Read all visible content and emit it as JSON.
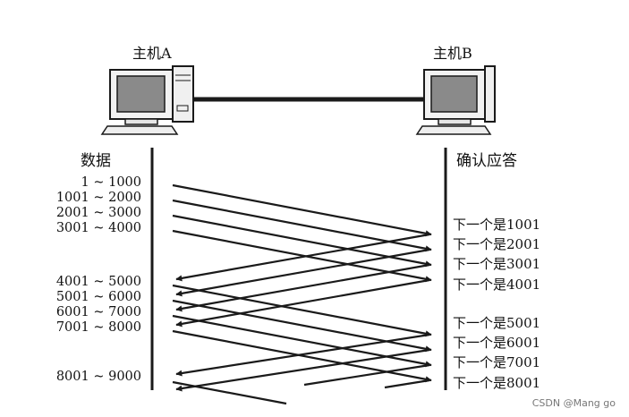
{
  "hosts": {
    "a": {
      "label": "主机A"
    },
    "b": {
      "label": "主机B"
    }
  },
  "columns": {
    "data_title": "数据",
    "ack_title": "确认应答"
  },
  "data_segments": [
    "1 ~ 1000",
    "1001 ~ 2000",
    "2001 ~ 3000",
    "3001 ~ 4000",
    "4001 ~ 5000",
    "5001 ~ 6000",
    "6001 ~ 7000",
    "7001 ~ 8000",
    "8001 ~ 9000"
  ],
  "acks": [
    "下一个是1001",
    "下一个是2001",
    "下一个是3001",
    "下一个是4001",
    "下一个是5001",
    "下一个是6001",
    "下一个是7001",
    "下一个是8001"
  ],
  "watermark": "CSDN @Mang go",
  "colors": {
    "line": "#1a1a1a",
    "screen": "#8a8a8a"
  }
}
